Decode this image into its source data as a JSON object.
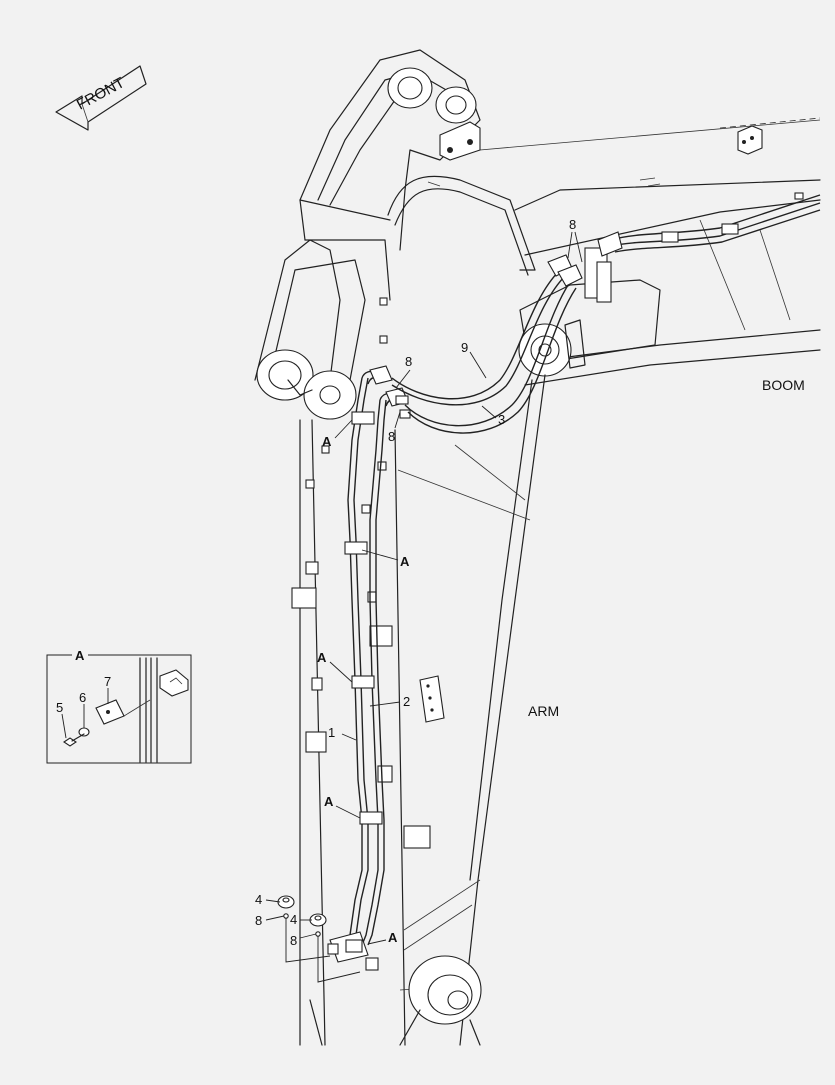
{
  "direction_label": "FRONT",
  "component_labels": {
    "boom": "BOOM",
    "arm": "ARM"
  },
  "detail": {
    "title": "A",
    "callouts": [
      "5",
      "6",
      "7"
    ]
  },
  "callouts": {
    "c1": "1",
    "c2": "2",
    "c3": "3",
    "c4a": "4",
    "c4b": "4",
    "c8a": "8",
    "c8b": "8",
    "c8c": "8",
    "c8d": "8",
    "c8e": "8",
    "c9": "9"
  },
  "clamp_refs": [
    "A",
    "A",
    "A",
    "A",
    "A"
  ]
}
